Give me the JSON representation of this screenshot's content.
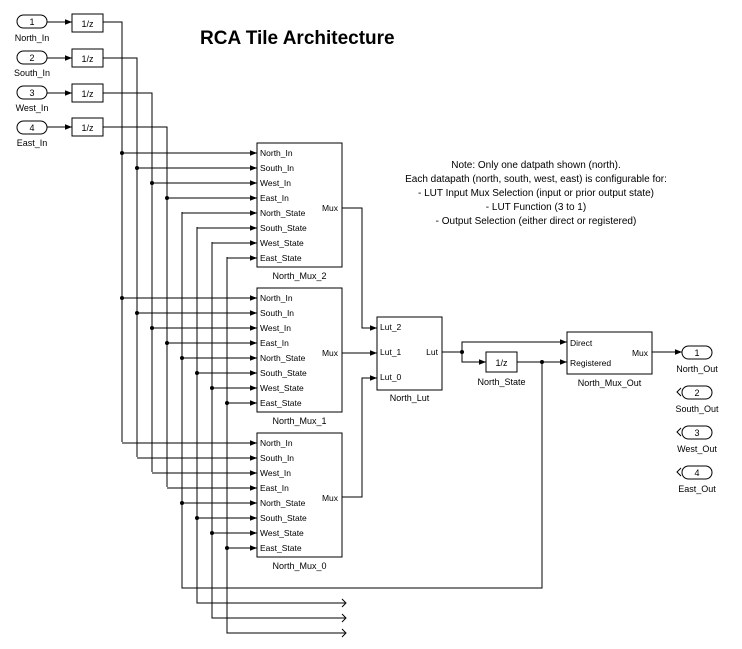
{
  "title": "RCA Tile Architecture",
  "note": [
    "Note: Only one datpath shown (north).",
    "Each datapath (north, south, west, east) is configurable for:",
    "- LUT Input Mux Selection (input or prior output state)",
    "- LUT Function (3 to 1)",
    "- Output Selection (either direct or registered)"
  ],
  "inports": [
    {
      "num": "1",
      "name": "North_In"
    },
    {
      "num": "2",
      "name": "South_In"
    },
    {
      "num": "3",
      "name": "West_In"
    },
    {
      "num": "4",
      "name": "East_In"
    }
  ],
  "delay_label": "1/z",
  "mux_inputs": [
    "North_In",
    "South_In",
    "West_In",
    "East_In",
    "North_State",
    "South_State",
    "West_State",
    "East_State"
  ],
  "mux_output": "Mux",
  "mux_blocks": [
    "North_Mux_2",
    "North_Mux_1",
    "North_Mux_0"
  ],
  "lut": {
    "name": "North_Lut",
    "inputs": [
      "Lut_2",
      "Lut_1",
      "Lut_0"
    ],
    "output": "Lut"
  },
  "state": {
    "name": "North_State",
    "label": "1/z"
  },
  "out_mux": {
    "name": "North_Mux_Out",
    "inputs": [
      "Direct",
      "Registered"
    ],
    "output": "Mux"
  },
  "outports": [
    {
      "num": "1",
      "name": "North_Out"
    },
    {
      "num": "2",
      "name": "South_Out"
    },
    {
      "num": "3",
      "name": "West_Out"
    },
    {
      "num": "4",
      "name": "East_Out"
    }
  ]
}
